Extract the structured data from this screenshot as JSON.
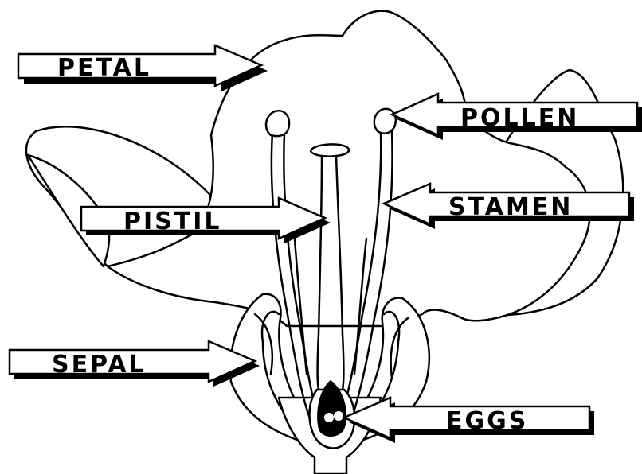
{
  "labels": {
    "petal": "PETAL",
    "pollen": "POLLEN",
    "pistil": "PISTIL",
    "stamen": "STAMEN",
    "sepal": "SEPAL",
    "eggs": "EGGS"
  },
  "colors": {
    "ink": "#000000",
    "paper": "#ffffff"
  }
}
